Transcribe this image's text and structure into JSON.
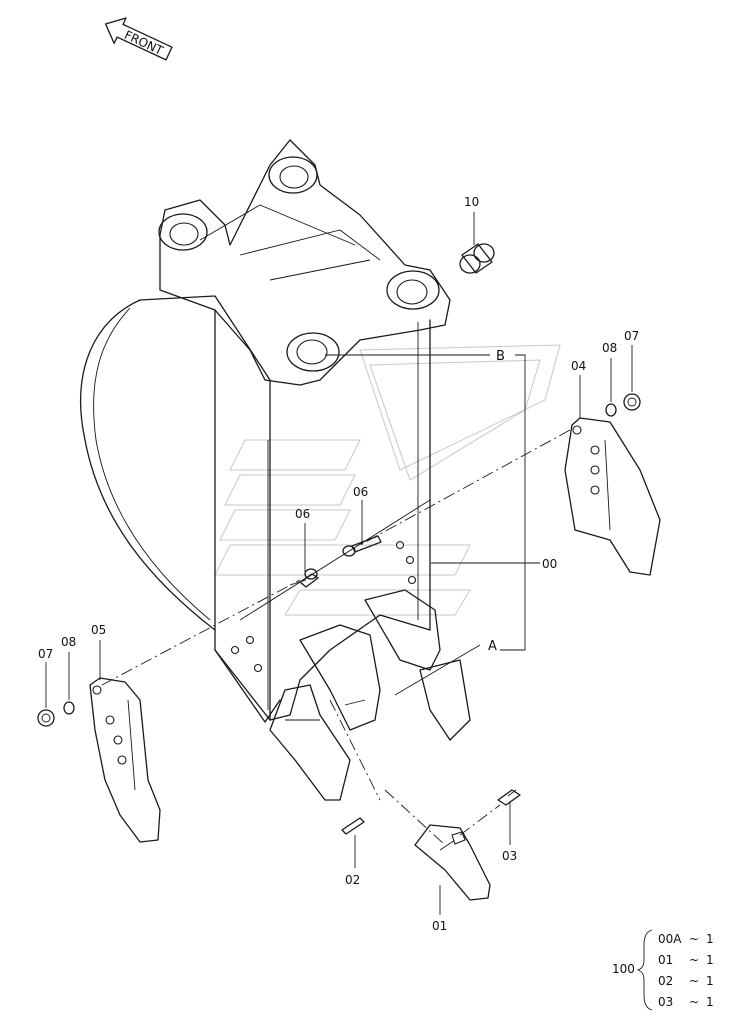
{
  "direction_label": "FRONT",
  "callouts": {
    "p00": "00",
    "p01": "01",
    "p02": "02",
    "p03": "03",
    "p04": "04",
    "p05": "05",
    "p06a": "06",
    "p06b": "06",
    "p07a": "07",
    "p07b": "07",
    "p08a": "08",
    "p08b": "08",
    "p10": "10",
    "ref_a": "A",
    "ref_b": "B"
  },
  "kit_table": {
    "kit_number": "100",
    "lines": [
      {
        "part": "00A",
        "sep": "~",
        "qty": "1"
      },
      {
        "part": "01",
        "sep": "~",
        "qty": "1"
      },
      {
        "part": "02",
        "sep": "~",
        "qty": "1"
      },
      {
        "part": "03",
        "sep": "~",
        "qty": "1"
      }
    ]
  }
}
